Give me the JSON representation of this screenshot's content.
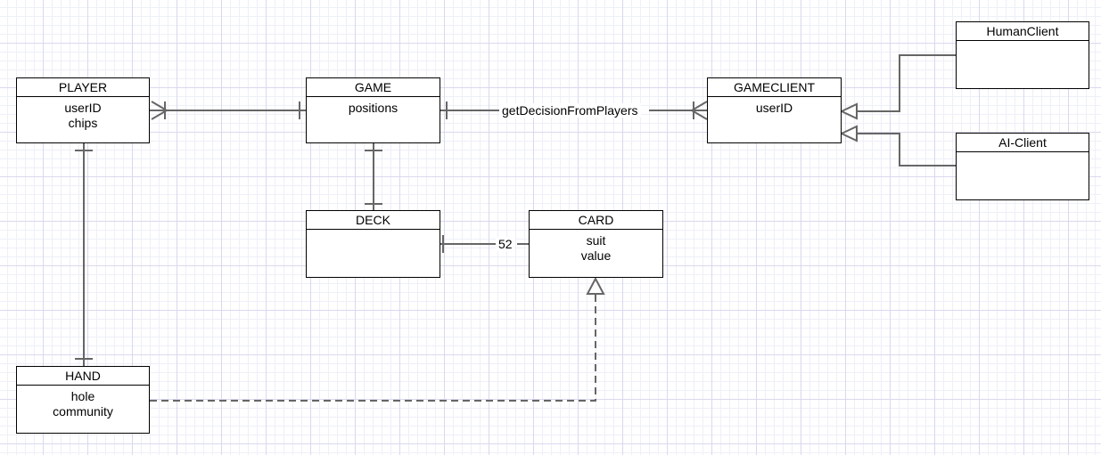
{
  "entities": {
    "player": {
      "title": "PLAYER",
      "attrs": [
        "userID",
        "chips"
      ]
    },
    "game": {
      "title": "GAME",
      "attrs": [
        "positions"
      ]
    },
    "gameclient": {
      "title": "GAMECLIENT",
      "attrs": [
        "userID"
      ]
    },
    "humanclient": {
      "title": "HumanClient",
      "attrs": []
    },
    "aiclient": {
      "title": "AI-Client",
      "attrs": []
    },
    "deck": {
      "title": "DECK",
      "attrs": []
    },
    "card": {
      "title": "CARD",
      "attrs": [
        "suit",
        "value"
      ]
    },
    "hand": {
      "title": "HAND",
      "attrs": [
        "hole",
        "community"
      ]
    }
  },
  "connectors": {
    "game_gameclient": {
      "label": "getDecisionFromPlayers"
    },
    "deck_card": {
      "label": "52"
    }
  },
  "colors": {
    "line": "#666666",
    "border": "#000000"
  }
}
